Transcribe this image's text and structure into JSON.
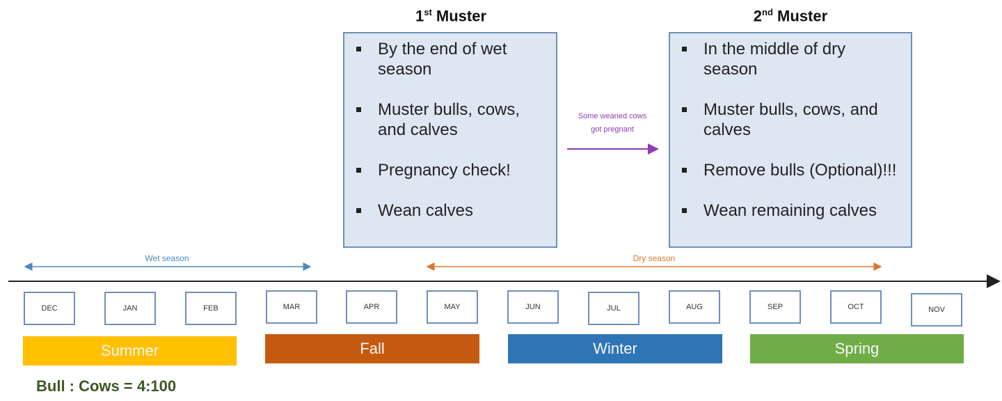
{
  "musters": [
    {
      "ordinal": "1",
      "ordinal_suffix": "st",
      "label": " Muster",
      "bullets": [
        "By the end of wet season",
        "Muster bulls, cows, and calves",
        "Pregnancy check!",
        "Wean calves"
      ]
    },
    {
      "ordinal": "2",
      "ordinal_suffix": "nd",
      "label": " Muster",
      "bullets": [
        "In the middle of dry season",
        "Muster bulls, cows, and calves",
        "Remove bulls (Optional)!!!",
        "Wean remaining calves"
      ]
    }
  ],
  "between_note": {
    "line1": "Some weaned cows",
    "line2": "got pregnant"
  },
  "wet_season": {
    "label": "Wet season",
    "color": "#4a87c7"
  },
  "dry_season": {
    "label": "Dry season",
    "color": "#d7782e"
  },
  "months": [
    "DEC",
    "JAN",
    "FEB",
    "MAR",
    "APR",
    "MAY",
    "JUN",
    "JUL",
    "AUG",
    "SEP",
    "OCT",
    "NOV"
  ],
  "seasons": [
    {
      "name": "Summer",
      "color": "#ffc000"
    },
    {
      "name": "Fall",
      "color": "#c55a11"
    },
    {
      "name": "Winter",
      "color": "#2e75b6"
    },
    {
      "name": "Spring",
      "color": "#70ad47"
    }
  ],
  "ratio_text": "Bull : Cows = 4:100"
}
